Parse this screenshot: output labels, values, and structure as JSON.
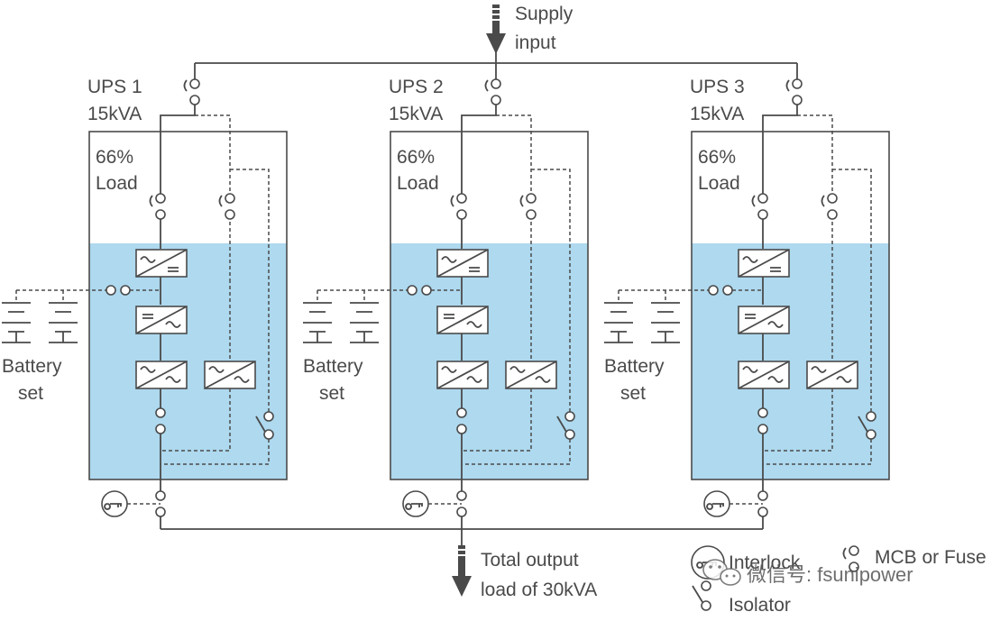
{
  "supply_input": {
    "line1": "Supply",
    "line2": "input"
  },
  "ups_units": [
    {
      "name": "UPS 1",
      "rating": "15kVA",
      "load_pct": "66%",
      "load_word": "Load",
      "battery_line1": "Battery",
      "battery_line2": "set"
    },
    {
      "name": "UPS 2",
      "rating": "15kVA",
      "load_pct": "66%",
      "load_word": "Load",
      "battery_line1": "Battery",
      "battery_line2": "set"
    },
    {
      "name": "UPS 3",
      "rating": "15kVA",
      "load_pct": "66%",
      "load_word": "Load",
      "battery_line1": "Battery",
      "battery_line2": "set"
    }
  ],
  "total_output": {
    "line1": "Total output",
    "line2": "load of 30kVA"
  },
  "legend": {
    "interlock": "Interlock",
    "mcb": "MCB or Fuse",
    "isolator": "Isolator"
  },
  "watermark": "微信号: fsunipower",
  "colors": {
    "ups_fill": "#aed9ef",
    "line": "#4a4a4a",
    "text": "#4a4a4a"
  }
}
